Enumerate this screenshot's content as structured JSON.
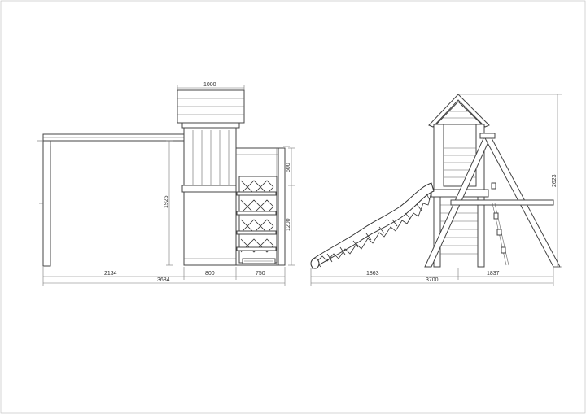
{
  "dimensions": {
    "roof_width": "1000",
    "swing_beam_span": "2134",
    "platform_width": "800",
    "climbing_frame_width": "750",
    "front_total_width": "3684",
    "platform_height": "1925",
    "upper_wall_height": "600",
    "lower_wall_height": "1200",
    "slide_span": "1863",
    "frame_span": "1837",
    "side_total_width": "3700",
    "total_height": "2623"
  }
}
